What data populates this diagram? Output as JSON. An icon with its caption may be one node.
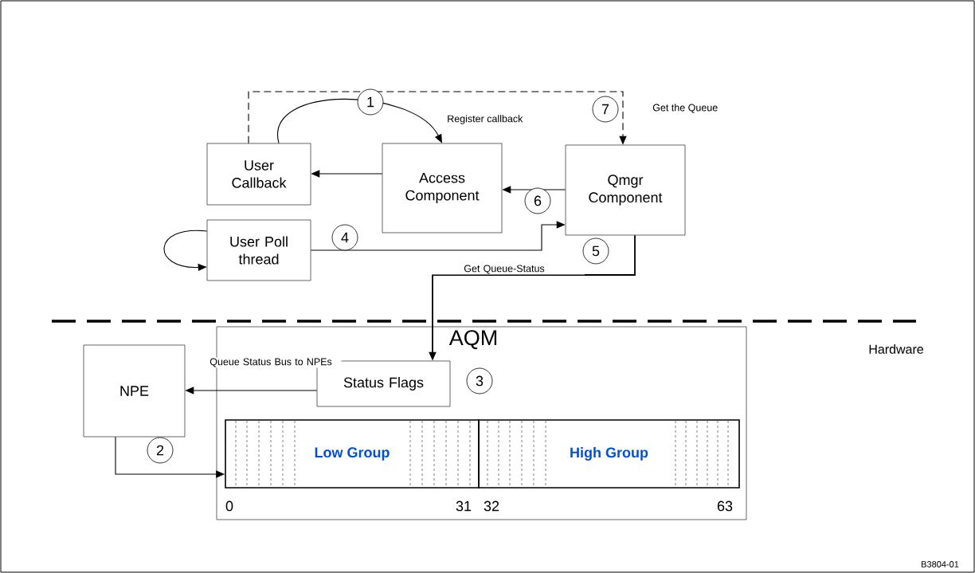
{
  "diagram": {
    "nodes": [
      {
        "text": [
          "User Callback"
        ]
      },
      {
        "text": [
          "Access Component"
        ]
      },
      {
        "text": [
          "Qmgr Component"
        ]
      },
      {
        "text": [
          "User Poll thread"
        ]
      },
      {
        "text": [
          "AQM"
        ]
      },
      {
        "text": [
          "Status Flags"
        ],
        "in": 4
      },
      {
        "text": [
          "NPE"
        ]
      },
      {
        "text": [
          "Low Group"
        ],
        "in": 4
      },
      {
        "text": [
          "High Group"
        ],
        "in": 4
      }
    ],
    "edges": [
      {
        "from": 0,
        "to": 1,
        "arrow": "to",
        "label": "Register callback"
      },
      {
        "from": 1,
        "to": 0,
        "arrow": "to"
      },
      {
        "from": 2,
        "to": 1,
        "arrow": "to"
      },
      {
        "from": 3,
        "to": 3,
        "arrow": "to"
      },
      {
        "from": 3,
        "to": 2,
        "arrow": "to"
      },
      {
        "from": 0,
        "to": 2,
        "arrow": "to",
        "style": "dashed",
        "label": "Get the Queue"
      },
      {
        "from": 2,
        "to": 5,
        "arrow": "to",
        "label": "Get Queue-Status"
      },
      {
        "from": 5,
        "to": 6,
        "arrow": "to",
        "label": "Queue Status Bus to NPEs"
      },
      {
        "from": 6,
        "to": 7,
        "arrow": "to"
      }
    ],
    "labels": [
      "1",
      "7",
      "6",
      "4",
      "5",
      "3",
      "2",
      "Hardware",
      "0",
      "31",
      "32",
      "63",
      "B3804-01"
    ]
  }
}
